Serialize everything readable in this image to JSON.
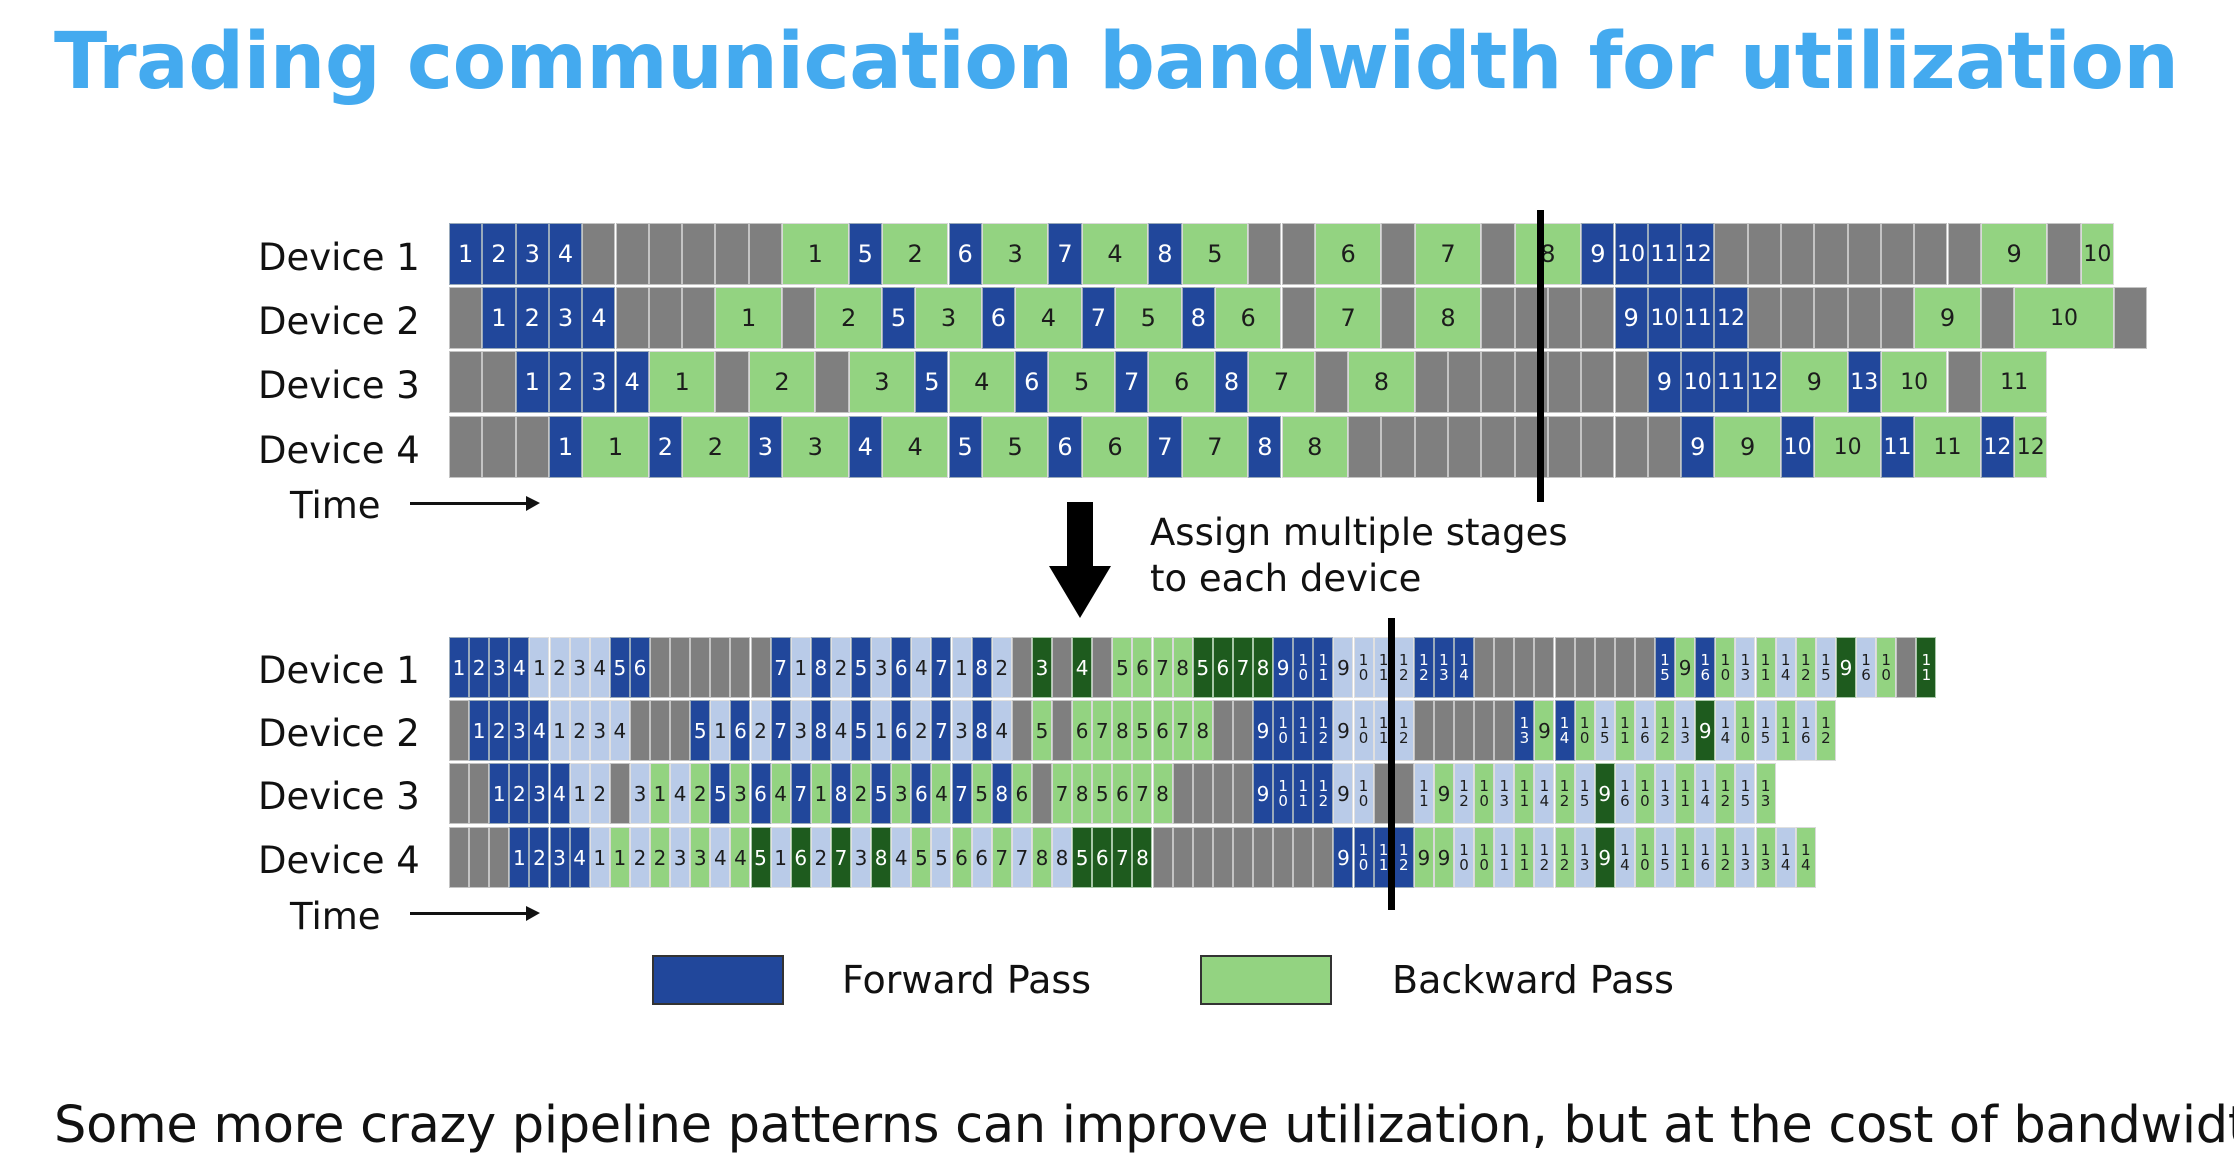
{
  "title": "Trading communication bandwidth for utilization",
  "caption": "Some more crazy pipeline patterns can improve utilization, but at the cost of bandwidth",
  "assign_label_line1": "Assign multiple stages",
  "assign_label_line2": "to each device",
  "time_label": "Time",
  "colors": {
    "title": "#44aaef",
    "forward_pass": "#21479b",
    "backward_pass": "#93d381",
    "idle": "#7f7f7f",
    "forward_pass_light": "#b9cbe8",
    "backward_pass_dark": "#1e5b1e"
  },
  "legend": [
    {
      "label": "Forward Pass",
      "kind": "f"
    },
    {
      "label": "Backward Pass",
      "kind": "b"
    }
  ],
  "top_schedule": {
    "rows": [
      {
        "label": "Device 1",
        "cells": [
          [
            "f",
            "1"
          ],
          [
            "f",
            "2"
          ],
          [
            "f",
            "3"
          ],
          [
            "f",
            "4"
          ],
          [
            "g",
            ""
          ],
          [
            "g",
            ""
          ],
          [
            "g",
            ""
          ],
          [
            "g",
            ""
          ],
          [
            "g",
            ""
          ],
          [
            "g",
            ""
          ],
          [
            "b",
            "",
            2
          ],
          [
            "f",
            "5"
          ],
          [
            "b",
            "",
            2
          ],
          [
            "f",
            "6"
          ],
          [
            "b",
            "",
            2
          ],
          [
            "f",
            "7"
          ],
          [
            "b",
            "",
            2
          ],
          [
            "f",
            "8"
          ],
          [
            "b",
            "",
            2
          ],
          [
            "g",
            ""
          ],
          [
            "g",
            ""
          ],
          [
            "b",
            "",
            2
          ],
          [
            "g",
            ""
          ],
          [
            "b",
            "",
            2
          ],
          [
            "g",
            ""
          ],
          [
            "b",
            "",
            2
          ],
          [
            "f",
            "9"
          ],
          [
            "f",
            "10"
          ],
          [
            "f",
            "11"
          ],
          [
            "f",
            "12"
          ],
          [
            "g",
            ""
          ],
          [
            "g",
            ""
          ],
          [
            "g",
            ""
          ],
          [
            "g",
            ""
          ],
          [
            "g",
            ""
          ],
          [
            "g",
            ""
          ],
          [
            "g",
            ""
          ],
          [
            "g",
            ""
          ],
          [
            "b",
            "",
            2
          ],
          [
            "g",
            ""
          ],
          [
            "b",
            "10"
          ]
        ],
        "texts": {
          "10": "1",
          "12": "2",
          "14": "3",
          "16": "4",
          "18": "5",
          "21": "6",
          "23": "7",
          "25": "8",
          "38": "9"
        }
      },
      {
        "label": "Device 2",
        "cells": [
          [
            "g",
            ""
          ],
          [
            "f",
            "1"
          ],
          [
            "f",
            "2"
          ],
          [
            "f",
            "3"
          ],
          [
            "f",
            "4"
          ],
          [
            "g",
            ""
          ],
          [
            "g",
            ""
          ],
          [
            "g",
            ""
          ],
          [
            "b",
            "",
            2
          ],
          [
            "g",
            ""
          ],
          [
            "b",
            "",
            2
          ],
          [
            "f",
            "5"
          ],
          [
            "b",
            "",
            2
          ],
          [
            "f",
            "6"
          ],
          [
            "b",
            "",
            2
          ],
          [
            "f",
            "7"
          ],
          [
            "b",
            "",
            2
          ],
          [
            "f",
            "8"
          ],
          [
            "b",
            "",
            2
          ],
          [
            "g",
            ""
          ],
          [
            "b",
            "",
            2
          ],
          [
            "g",
            ""
          ],
          [
            "b",
            "",
            2
          ],
          [
            "g",
            ""
          ],
          [
            "g",
            ""
          ],
          [
            "g",
            ""
          ],
          [
            "g",
            ""
          ],
          [
            "f",
            "9"
          ],
          [
            "f",
            "10"
          ],
          [
            "f",
            "11"
          ],
          [
            "f",
            "12"
          ],
          [
            "g",
            ""
          ],
          [
            "g",
            ""
          ],
          [
            "g",
            ""
          ],
          [
            "g",
            ""
          ],
          [
            "g",
            ""
          ],
          [
            "b",
            "",
            2
          ],
          [
            "g",
            ""
          ],
          [
            "b",
            "",
            3
          ],
          [
            "g",
            ""
          ]
        ],
        "texts": {
          "8": "1",
          "10": "2",
          "12": "3",
          "14": "4",
          "16": "5",
          "18": "6",
          "20": "7",
          "22": "8",
          "36": "9",
          "38": "10"
        }
      },
      {
        "label": "Device 3",
        "cells": [
          [
            "g",
            ""
          ],
          [
            "g",
            ""
          ],
          [
            "f",
            "1"
          ],
          [
            "f",
            "2"
          ],
          [
            "f",
            "3"
          ],
          [
            "f",
            "4"
          ],
          [
            "b",
            "",
            2
          ],
          [
            "g",
            ""
          ],
          [
            "b",
            "",
            2
          ],
          [
            "g",
            ""
          ],
          [
            "b",
            "",
            2
          ],
          [
            "f",
            "5"
          ],
          [
            "b",
            "",
            2
          ],
          [
            "f",
            "6"
          ],
          [
            "b",
            "",
            2
          ],
          [
            "f",
            "7"
          ],
          [
            "b",
            "",
            2
          ],
          [
            "f",
            "8"
          ],
          [
            "b",
            "",
            2
          ],
          [
            "g",
            ""
          ],
          [
            "b",
            "",
            2
          ],
          [
            "g",
            ""
          ],
          [
            "g",
            ""
          ],
          [
            "g",
            ""
          ],
          [
            "g",
            ""
          ],
          [
            "g",
            ""
          ],
          [
            "g",
            ""
          ],
          [
            "g",
            ""
          ],
          [
            "f",
            "9"
          ],
          [
            "f",
            "10"
          ],
          [
            "f",
            "11"
          ],
          [
            "f",
            "12"
          ],
          [
            "b",
            "",
            2
          ],
          [
            "f",
            "13"
          ],
          [
            "b",
            "",
            2
          ],
          [
            "g",
            ""
          ],
          [
            "b",
            "",
            2
          ]
        ],
        "texts": {
          "6": "1",
          "8": "2",
          "10": "3",
          "12": "4",
          "14": "5",
          "16": "6",
          "18": "7",
          "20": "8",
          "32": "9",
          "34": "10",
          "36": "11"
        }
      },
      {
        "label": "Device 4",
        "cells": [
          [
            "g",
            ""
          ],
          [
            "g",
            ""
          ],
          [
            "g",
            ""
          ],
          [
            "f",
            "1"
          ],
          [
            "b",
            "",
            2
          ],
          [
            "f",
            "2"
          ],
          [
            "b",
            "",
            2
          ],
          [
            "f",
            "3"
          ],
          [
            "b",
            "",
            2
          ],
          [
            "f",
            "4"
          ],
          [
            "b",
            "",
            2
          ],
          [
            "f",
            "5"
          ],
          [
            "b",
            "",
            2
          ],
          [
            "f",
            "6"
          ],
          [
            "b",
            "",
            2
          ],
          [
            "f",
            "7"
          ],
          [
            "b",
            "",
            2
          ],
          [
            "f",
            "8"
          ],
          [
            "b",
            "",
            2
          ],
          [
            "g",
            ""
          ],
          [
            "g",
            ""
          ],
          [
            "g",
            ""
          ],
          [
            "g",
            ""
          ],
          [
            "g",
            ""
          ],
          [
            "g",
            ""
          ],
          [
            "g",
            ""
          ],
          [
            "g",
            ""
          ],
          [
            "g",
            ""
          ],
          [
            "g",
            ""
          ],
          [
            "f",
            "9"
          ],
          [
            "b",
            "",
            2
          ],
          [
            "f",
            "10"
          ],
          [
            "b",
            "",
            2
          ],
          [
            "f",
            "11"
          ],
          [
            "b",
            "",
            2
          ],
          [
            "f",
            "12"
          ],
          [
            "b",
            "12"
          ]
        ],
        "texts": {
          "4": "1",
          "6": "2",
          "8": "3",
          "10": "4",
          "12": "5",
          "14": "6",
          "16": "7",
          "18": "8",
          "30": "9",
          "32": "10",
          "34": "11"
        }
      }
    ]
  },
  "bottom_schedule": {
    "rows": [
      {
        "label": "Device 1",
        "cells": "f1 f2 f3 f4 lb1 lb2 lb3 lb4 f5 f6 g g g g g g f7 lb1 f8 lb2 f5 lb3 f6 lb4 f7 lb1 f8 lb2 g dg3 g dg4 g b5 b6 b7 b8 dg5 dg6 dg7 dg8 f9 f10 f11 lb9 lb10 lb11 lb12 f12 f13 f14 g g g g g g g g g f15 b9 f16 b10 lb13 b11 lb14 b12 lb15 dg9 lb16 b10 g dg11"
      },
      {
        "label": "Device 2",
        "cells": "g f1 f2 f3 f4 lb1 lb2 lb3 lb4 g g g f5 lb1 f6 lb2 f7 lb3 f8 lb4 f5 lb1 f6 lb2 f7 lb3 f8 lb4 g b5 g b6 b7 b8 b5 b6 b7 b8 g g f9 f10 f11 f12 lb9 lb10 lb11 lb12 g g g g g f13 b9 f14 b10 lb15 b11 lb16 b12 lb13 dg9 lb14 b10 lb15 b11 lb16 b12"
      },
      {
        "label": "Device 3",
        "cells": "g g f1 f2 f3 f4 lb1 lb2 g lb3 b1 lb4 b2 f5 b3 f6 b4 f7 b1 f8 b2 f5 b3 f6 b4 f7 b5 f8 b6 g b7 b8 b5 b6 b7 b8 g g g g f9 f10 f11 f12 lb9 lb10 g g lb11 b9 lb12 b10 lb13 b11 lb14 b12 lb15 dg9 lb16 b10 lb13 b11 lb14 b12 lb15 b13"
      },
      {
        "label": "Device 4",
        "cells": "g g g f1 f2 f3 f4 lb1 b1 lb2 b2 lb3 b3 lb4 b4 dg5 lb1 dg6 lb2 dg7 lb3 dg8 lb4 b5 lb5 b6 lb6 b7 lb7 b8 lb8 dg5 dg6 dg7 dg8 g g g g g g g g g f9 f10 f11 f12 b9 b9 lb10 b10 lb11 b11 lb12 b12 lb13 dg9 lb14 b10 lb15 b11 lb16 b12 lb13 b13 lb14 b14"
      }
    ]
  }
}
